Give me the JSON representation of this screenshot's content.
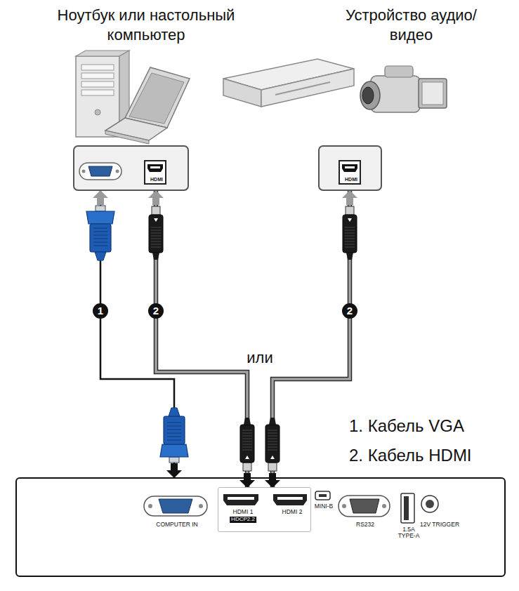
{
  "diagram": {
    "nodes": [
      {
        "text": [
          "HDMI"
        ]
      },
      {
        "text": [
          "HDMI"
        ]
      },
      {
        "text": [
          "COMPUTER IN",
          "MINI-B",
          "RS232",
          "1.5A TYPE-A",
          "12V TRIGGER"
        ]
      },
      {
        "text": [
          "HDMI 1",
          "HDCP2.2",
          "HDMI 2"
        ],
        "in": 2
      }
    ],
    "edges": [
      {
        "from": 0,
        "to": 2,
        "arrow": "both",
        "label": "1"
      },
      {
        "from": 0,
        "to": 3,
        "arrow": "both",
        "label": "2"
      },
      {
        "from": 1,
        "to": 3,
        "arrow": "both",
        "label": "2"
      }
    ],
    "labels": [
      "Ноутбук или настольный компьютер",
      "Устройство аудио/ видео",
      "или",
      "1. Кабель VGA",
      "2. Кабель HDMI"
    ]
  }
}
